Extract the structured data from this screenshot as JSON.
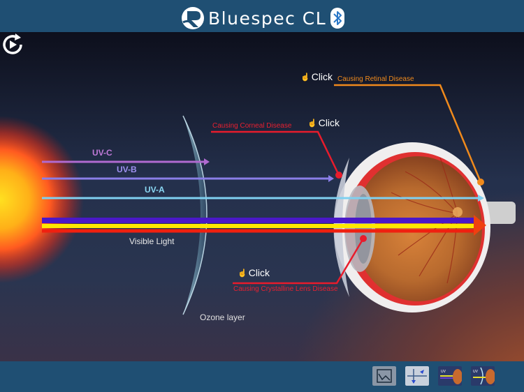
{
  "app": {
    "title": "Bluespec CL"
  },
  "diagram": {
    "rays": {
      "uvc": "UV-C",
      "uvb": "UV-B",
      "uva": "UV-A",
      "visible": "Visible Light"
    },
    "ozone_label": "Ozone layer",
    "callouts": {
      "retinal": "Causing Retinal Disease",
      "corneal": "Causing Corneal Disease",
      "lens": "Causing Crystalline Lens Disease"
    },
    "click_label": "Click"
  },
  "colors": {
    "uvc": "#b06ad0",
    "uvb": "#8a7ee8",
    "uva": "#7fd0f0",
    "retinal": "#f08a1c",
    "corneal": "#e81c2c",
    "lens": "#e81c2c",
    "bar": "#1f4f73"
  },
  "icons": [
    "replay-icon",
    "bluetooth-icon",
    "graph-icon",
    "transmission-icon",
    "uv-eye-icon",
    "uv-lens-icon"
  ]
}
